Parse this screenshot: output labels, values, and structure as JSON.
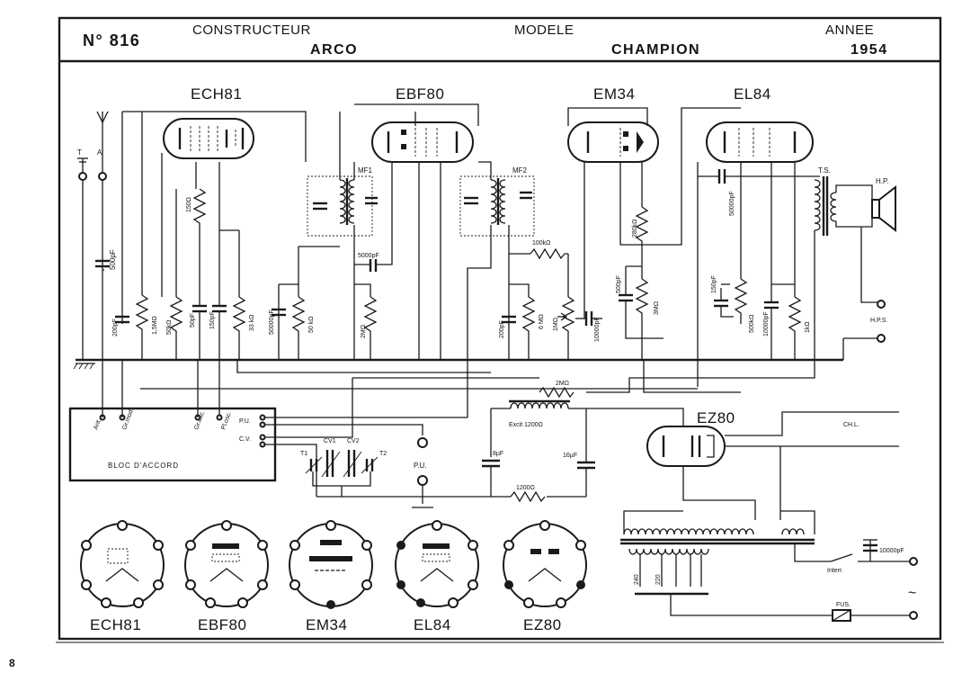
{
  "header": {
    "number": "N° 816",
    "constructeur_label": "CONSTRUCTEUR",
    "constructeur": "ARCO",
    "modele_label": "MODELE",
    "modele": "CHAMPION",
    "annee_label": "ANNEE",
    "annee": "1954"
  },
  "tubes": {
    "ech81": "ECH81",
    "ebf80": "EBF80",
    "em34": "EM34",
    "el84": "EL84",
    "ez80": "EZ80"
  },
  "bloc": {
    "title": "BLOC   D'ACCORD",
    "ant": "Ant.",
    "gr_mod": "Gr.mod.",
    "gr_osc": "Gr.osc.",
    "pl_osc": "Pl.osc.",
    "pu": "P.U.",
    "cv": "C.V."
  },
  "labels": {
    "t": "T",
    "a": "A",
    "mf1": "MF1",
    "mf2": "MF2",
    "ts": "T.S.",
    "hp": "H.P.",
    "hps": "H.P.S.",
    "pu_jack": "P.U.",
    "chl": "CH.L.",
    "excit": "Excit  1200Ω",
    "interr": "Interr.",
    "fus": "FUS.",
    "tilde": "~",
    "t1": "T1",
    "t2": "T2",
    "cv1": "CV1",
    "cv2": "CV2",
    "v240": "240",
    "v220": "220"
  },
  "components": {
    "c500pf": "500pF",
    "c200pf_a": "200pF",
    "r15m": "1,5MΩ",
    "r50k_a": "50kΩ",
    "c50pf": "50pF",
    "c150pf_a": "150pF",
    "r33k": "33 kΩ",
    "r150": "150Ω",
    "c50000pf_a": "50000pF",
    "r50k_b": "50 kΩ",
    "c5000pf": "5000pF",
    "r2m_a": "2MΩ",
    "c200pf_b": "200pF",
    "r6m": "6 MΩ",
    "r1m_pot": "1MΩ",
    "c10000pf_a": "10000pF",
    "r100k": "100kΩ",
    "c500pf_b": "500pF",
    "r280k": "280kΩ",
    "r3m": "3MΩ",
    "c50000pf_b": "50000pF",
    "c150pf_b": "150pF",
    "r500k": "500kΩ",
    "c10000pf_b": "10000pF",
    "r1k": "1kΩ",
    "r2m_b": "2MΩ",
    "c8uf": "8µF",
    "c16uf": "16µF",
    "r1200": "1200Ω",
    "c10000pf_c": "10000pF"
  },
  "bases": [
    "ECH81",
    "EBF80",
    "EM34",
    "EL84",
    "EZ80"
  ],
  "page_number": "8"
}
